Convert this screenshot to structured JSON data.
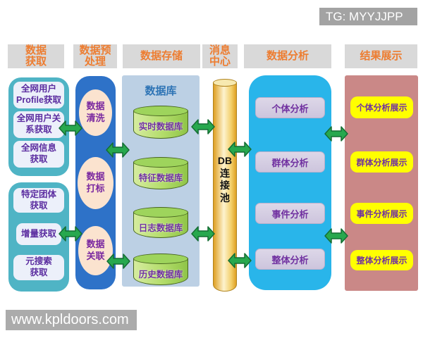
{
  "badge": {
    "text": "TG: MYYJJPP"
  },
  "watermark": {
    "text": "www.kpldoors.com"
  },
  "headers": {
    "acquisition": "数据\n获取",
    "preprocessing": "数据预\n处理",
    "storage": "数据存储",
    "message_center": "消息\n中心",
    "analysis": "数据分析",
    "results": "结果展示"
  },
  "acquisition": {
    "group1": [
      "全网用户\nProfile获取",
      "全网用户关\n系获取",
      "全网信息\n获取"
    ],
    "group2": [
      "特定团体\n获取",
      "增量获取",
      "元搜索\n获取"
    ]
  },
  "preprocessing": {
    "steps": [
      "数据\n清洗",
      "数据\n打标",
      "数据\n关联"
    ]
  },
  "storage": {
    "title": "数据库",
    "databases": [
      "实时数据库",
      "特征数据库",
      "日志数据库",
      "历史数据库"
    ]
  },
  "message_center": {
    "label": "DB\n连\n接\n池"
  },
  "analysis": {
    "items": [
      "个体分析",
      "群体分析",
      "事件分析",
      "整体分析"
    ]
  },
  "results": {
    "items": [
      "个体分析展示",
      "群体分析展示",
      "事件分析展示",
      "整体分析展示"
    ]
  },
  "colors": {
    "header_bg": "#d9d9d9",
    "header_text": "#ed7d31",
    "acquisition_container": "#4fb4c5",
    "acquisition_box_bg": "#ecf0fa",
    "preprocess_container": "#2e72c8",
    "preprocess_oval_bg": "#fbe3cf",
    "storage_bg": "#bcd0e4",
    "storage_title_text": "#2e74b5",
    "database_cylinder_green": "#a6d45f",
    "pool_cylinder_gold": "#e8b02e",
    "analysis_container": "#29b5ea",
    "analysis_box_bg": "#d3cce0",
    "results_container": "#ca8887",
    "results_box_bg": "#ffff00",
    "item_text": "#7030a0",
    "arrow_green": "#27a84e",
    "badge_bg": "#a3a3a3",
    "watermark_bg": "#ababab"
  }
}
